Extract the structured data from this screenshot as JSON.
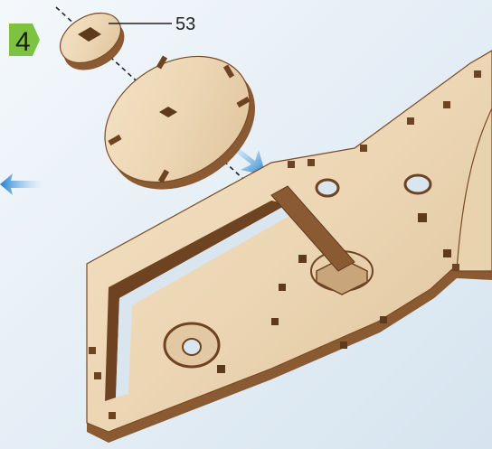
{
  "step": {
    "number": "4",
    "badge_color": "#7dc242"
  },
  "callout": {
    "part_number": "53"
  },
  "colors": {
    "wood_face": "#ecd6b4",
    "wood_edge": "#8a5a33",
    "wood_dark": "#5e3a1c",
    "arrow_blue": "#2f8fd6"
  },
  "parts": [
    {
      "name": "spacer-ring"
    },
    {
      "name": "gear-disc"
    },
    {
      "name": "base-frame"
    }
  ],
  "arrows": [
    {
      "name": "direction-arrow-left",
      "direction": "left"
    },
    {
      "name": "direction-arrow-down-right",
      "direction": "down-right"
    }
  ]
}
